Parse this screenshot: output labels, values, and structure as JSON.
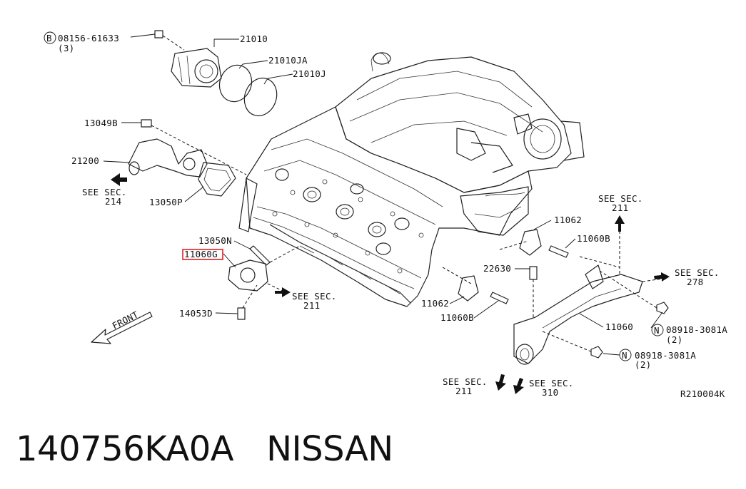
{
  "diagram": {
    "callouts": {
      "b_bolt": "08156-61633",
      "b_letter": "B",
      "b_qty": "(3)",
      "c21010": "21010",
      "c21010ja": "21010JA",
      "c21010j": "21010J",
      "c13049b": "13049B",
      "c21200": "21200",
      "see_214_a": "SEE SEC.",
      "see_214_b": "214",
      "c13050p": "13050P",
      "c13050n": "13050N",
      "c11060g": "11060G",
      "see_211a_a": "SEE SEC.",
      "see_211a_b": "211",
      "c14053d": "14053D",
      "front": "FRONT",
      "see_211b_a": "SEE SEC.",
      "see_211b_b": "211",
      "c11062a": "11062",
      "c11060b_a": "11060B",
      "c22630": "22630",
      "see_278_a": "SEE SEC.",
      "see_278_b": "278",
      "c11062b": "11062",
      "c11060b_b": "11060B",
      "c11060": "11060",
      "n1_part": "08918-3081A",
      "n1_letter": "N",
      "n1_qty": "(2)",
      "n2_part": "08918-3081A",
      "n2_letter": "N",
      "n2_qty": "(2)",
      "see_211c_a": "SEE SEC.",
      "see_211c_b": "211",
      "see_310_a": "SEE SEC.",
      "see_310_b": "310",
      "ref": "R210004K"
    },
    "highlight_color": "#e02020"
  },
  "caption": {
    "part_number": "140756KA0A",
    "brand": "NISSAN"
  }
}
